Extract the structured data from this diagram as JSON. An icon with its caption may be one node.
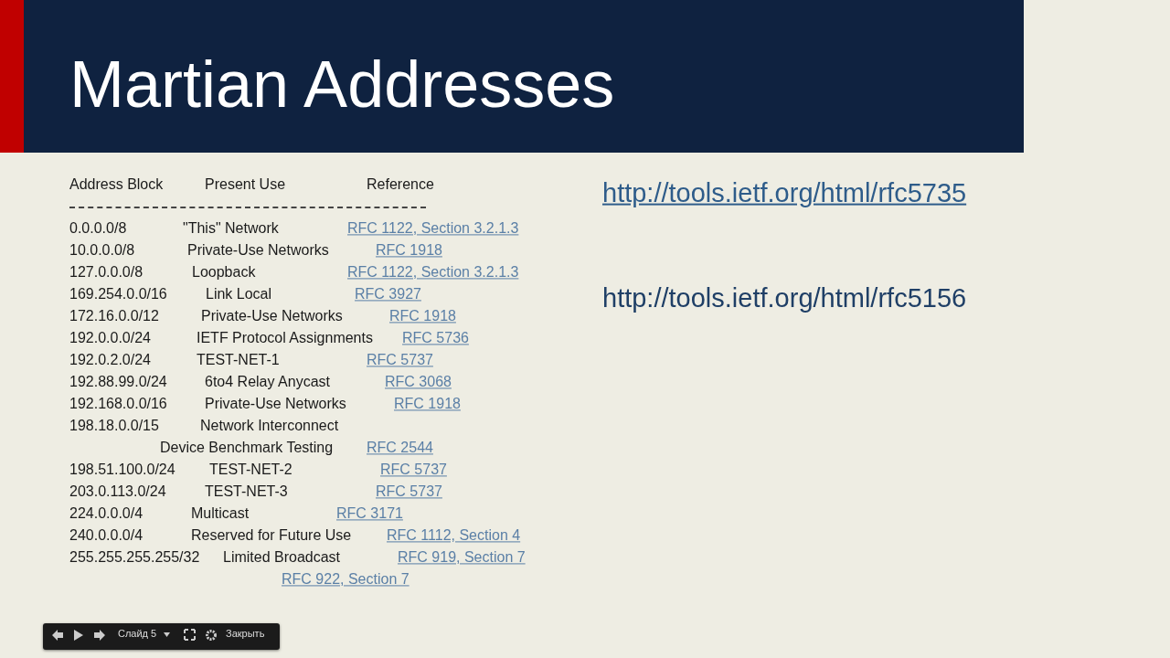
{
  "diagram": {
    "title": "Martian Addresses",
    "labels": [
      "Address Block",
      "Present Use",
      "Reference",
      "0.0.0.0/8",
      "\"This\" Network",
      "RFC 1122, Section 3.2.1.3",
      "10.0.0.0/8",
      "Private-Use Networks",
      "RFC 1918",
      "127.0.0.0/8",
      "Loopback",
      "RFC 1122, Section 3.2.1.3",
      "169.254.0.0/16",
      "Link Local",
      "RFC 3927",
      "172.16.0.0/12",
      "Private-Use Networks",
      "RFC 1918",
      "192.0.0.0/24",
      "IETF Protocol Assignments",
      "RFC 5736",
      "192.0.2.0/24",
      "TEST-NET-1",
      "RFC 5737",
      "192.88.99.0/24",
      "6to4 Relay Anycast",
      "RFC 3068",
      "192.168.0.0/16",
      "Private-Use Networks",
      "RFC 1918",
      "198.18.0.0/15",
      "Network Interconnect",
      "Device Benchmark Testing",
      "RFC 2544",
      "198.51.100.0/24",
      "TEST-NET-2",
      "RFC 5737",
      "203.0.113.0/24",
      "TEST-NET-3",
      "RFC 5737",
      "224.0.0.0/4",
      "Multicast",
      "RFC 3171",
      "240.0.0.0/4",
      "Reserved for Future Use",
      "RFC 1112, Section 4",
      "255.255.255.255/32",
      "Limited Broadcast",
      "RFC 919, Section 7",
      "RFC 922, Section 7",
      "http://tools.ietf.org/html/rfc5735",
      "http://tools.ietf.org/html/rfc5156",
      "Слайд 5",
      "Закрыть"
    ]
  }
}
